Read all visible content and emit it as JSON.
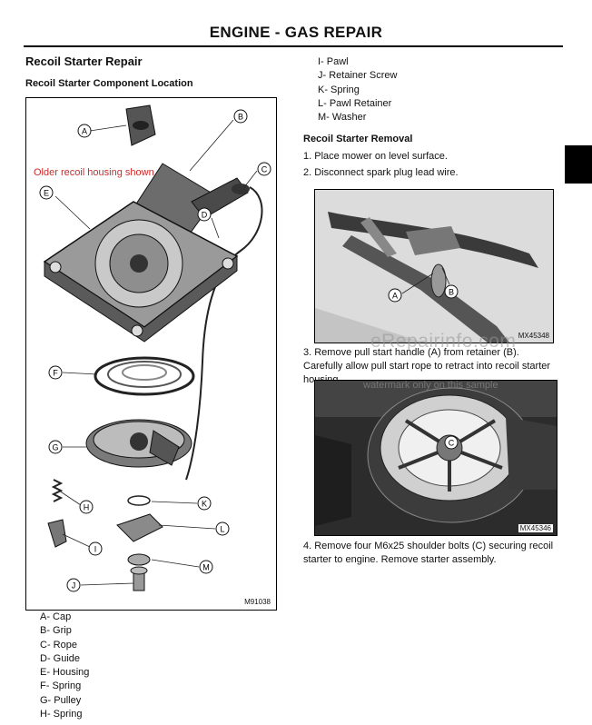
{
  "header": {
    "title": "ENGINE - GAS   REPAIR"
  },
  "left": {
    "section_title": "Recoil Starter Repair",
    "subsection_title": "Recoil Starter Component Location",
    "figure": {
      "note": "Older recoil housing shown",
      "id": "M91038",
      "callouts": [
        "A",
        "B",
        "C",
        "D",
        "E",
        "F",
        "G",
        "H",
        "I",
        "J",
        "K",
        "L",
        "M"
      ]
    },
    "legend": [
      "A- Cap",
      "B- Grip",
      "C- Rope",
      "D- Guide",
      "E- Housing",
      "F- Spring",
      "G- Pulley",
      "H- Spring"
    ]
  },
  "right": {
    "legend_cont": [
      "I- Pawl",
      "J- Retainer Screw",
      "K- Spring",
      "L- Pawl Retainer",
      "M- Washer"
    ],
    "removal_title": "Recoil Starter Removal",
    "steps_a": [
      "1.  Place mower on level surface.",
      "2.  Disconnect spark plug lead wire."
    ],
    "photo1": {
      "id": "MX45348",
      "callouts": [
        "A",
        "B"
      ]
    },
    "step3": "3.  Remove pull start handle (A) from retainer (B). Carefully allow pull start rope to retract into recoil starter housing.",
    "photo2": {
      "id": "MX45346",
      "callouts": [
        "C"
      ]
    },
    "step4": "4.  Remove four M6x25 shoulder bolts (C) securing recoil starter to engine. Remove starter assembly."
  },
  "watermark": {
    "main": "eRepairinfo.com",
    "sub": "watermark only on this sample"
  }
}
